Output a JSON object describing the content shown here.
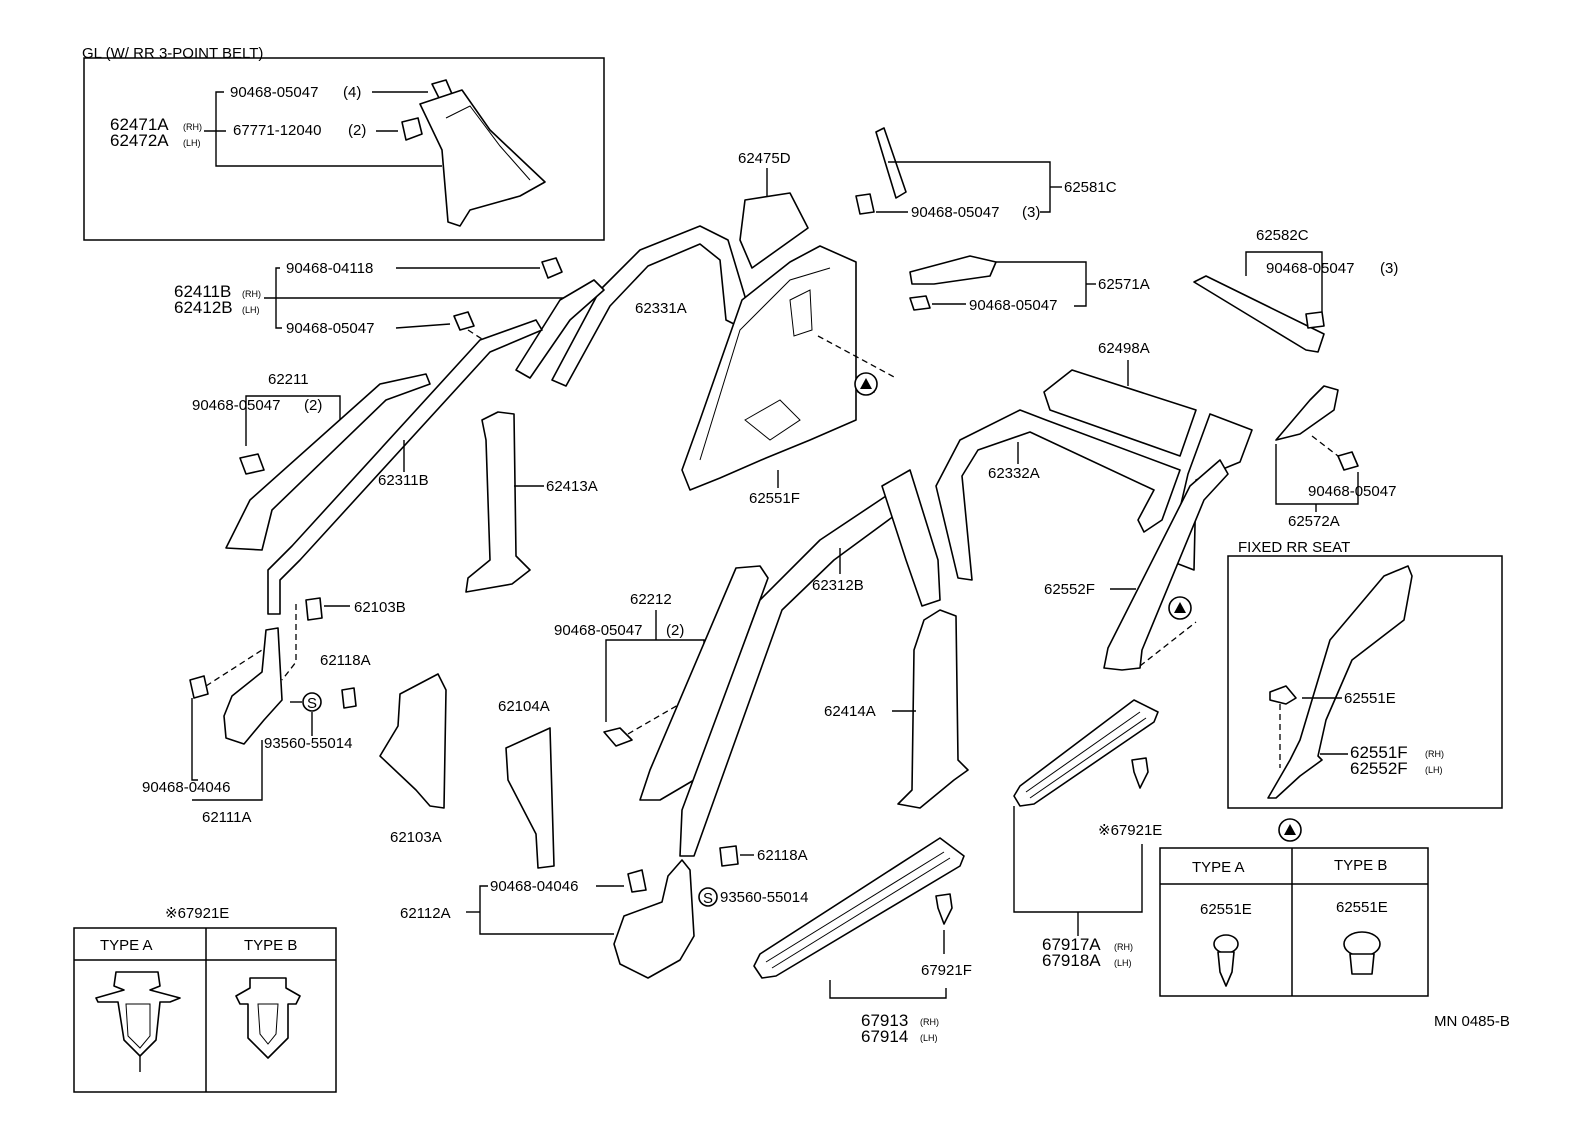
{
  "inset_gl": {
    "title": "GL (W/ RR 3-POINT BELT)",
    "clip": "90468-05047",
    "clip_qty": "(4)",
    "part_rh": "62471A",
    "part_lh": "62472A",
    "rh": "(RH)",
    "lh": "(LH)",
    "fastener": "67771-12040",
    "fastener_qty": "(2)"
  },
  "parts": {
    "p62475D": "62475D",
    "p62581C": "62581C",
    "p62581C_clip": "90468-05047",
    "p62581C_clip_qty": "(3)",
    "p62571A": "62571A",
    "p62571A_clip": "90468-05047",
    "p62582C": "62582C",
    "p62582C_clip": "90468-05047",
    "p62582C_clip_qty": "(3)",
    "p90468_04118": "90468-04118",
    "p62411B": "62411B",
    "p62412B": "62412B",
    "rh": "(RH)",
    "lh": "(LH)",
    "p62411_clip": "90468-05047",
    "p62331A": "62331A",
    "p62498A": "62498A",
    "p62211": "62211",
    "p62211_clip": "90468-05047",
    "p62211_clip_qty": "(2)",
    "p62311B": "62311B",
    "p62413A": "62413A",
    "p62551F": "62551F",
    "p62332A": "62332A",
    "p62572A_clip": "90468-05047",
    "p62572A": "62572A",
    "p62312B": "62312B",
    "p62552F": "62552F",
    "p62212": "62212",
    "p62212_clip": "90468-05047",
    "p62212_clip_qty": "(2)",
    "p62103B": "62103B",
    "p62118A_1": "62118A",
    "p93560_1": "93560-55014",
    "p90468_04046_1": "90468-04046",
    "p62111A": "62111A",
    "p62104A": "62104A",
    "p62103A": "62103A",
    "p62414A": "62414A",
    "p62118A_2": "62118A",
    "p90468_04046_2": "90468-04046",
    "p93560_2": "93560-55014",
    "p62112A": "62112A",
    "p67921E": "※67921E",
    "p67921F": "67921F",
    "p67913": "67913",
    "p67914": "67914",
    "p67917A": "67917A",
    "p67918A": "67918A",
    "s_mark": "S"
  },
  "inset_fixed": {
    "title": "FIXED RR SEAT",
    "p62551E": "62551E",
    "p62551F": "62551F",
    "p62552F": "62552F",
    "rh": "(RH)",
    "lh": "(LH)"
  },
  "table_triangle": {
    "type_a": "TYPE A",
    "type_b": "TYPE B",
    "part_a": "62551E",
    "part_b": "62551E"
  },
  "table_67921E": {
    "title": "※67921E",
    "type_a": "TYPE A",
    "type_b": "TYPE B"
  },
  "ref_code": "MN 0485-B"
}
